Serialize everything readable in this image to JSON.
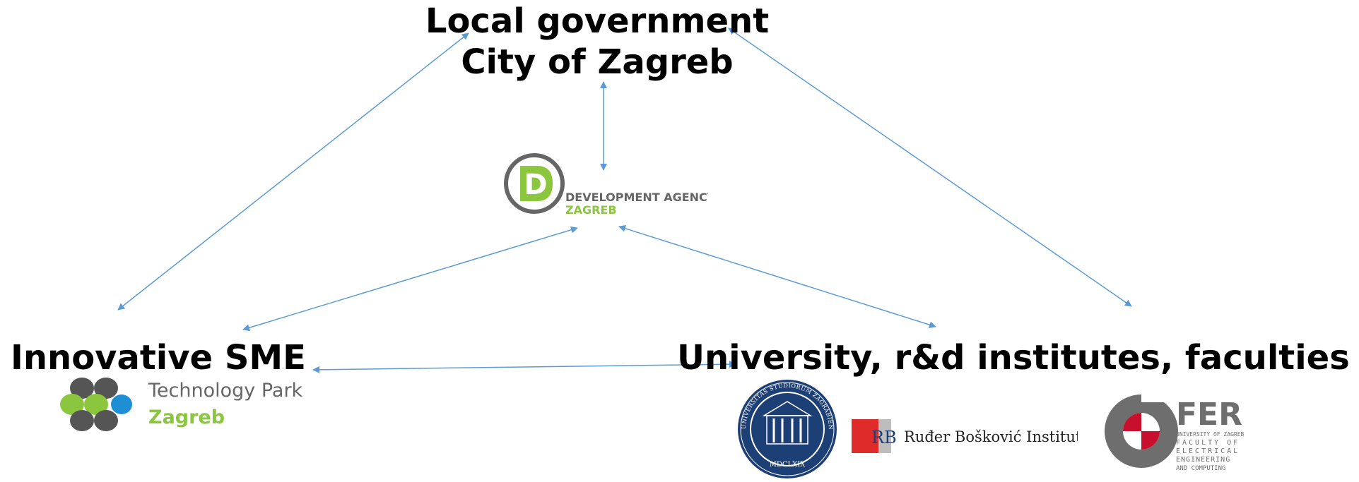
{
  "nodes": {
    "top": {
      "line1": "Local government",
      "line2": "City of Zagreb"
    },
    "left": {
      "title": "Innovative SME"
    },
    "right": {
      "title": "University, r&d institutes, faculties"
    }
  },
  "logos": {
    "development_agency": {
      "letter": "D",
      "line1": "DEVELOPMENT AGENCY",
      "line2": "ZAGREB"
    },
    "technology_park": {
      "line1": "Technology Park",
      "line2": "Zagreb"
    },
    "university_seal": {
      "ring_text": "UNIVERSITAS STUDIORUM ZAGRABIENSIS",
      "year": "MDCLXIX"
    },
    "ruder_boskovic": {
      "mark": "RB",
      "name": "Ruđer Bošković Institute"
    },
    "fer": {
      "mark": "FER",
      "line1": "UNIVERSITY OF ZAGREB",
      "line2": "FACULTY OF",
      "line3": "ELECTRICAL",
      "line4": "ENGINEERING",
      "line5": "AND COMPUTING"
    }
  },
  "colors": {
    "arrow": "#5b9bd5",
    "agency_green": "#8cc63f",
    "agency_gray": "#666666",
    "park_gray": "#666666",
    "park_green": "#8cc63f",
    "park_blue": "#1e8fd5",
    "university_blue": "#1c3f75",
    "ruder_red": "#e02b2b",
    "fer_red": "#c8102e",
    "fer_gray": "#6e6e6e"
  }
}
